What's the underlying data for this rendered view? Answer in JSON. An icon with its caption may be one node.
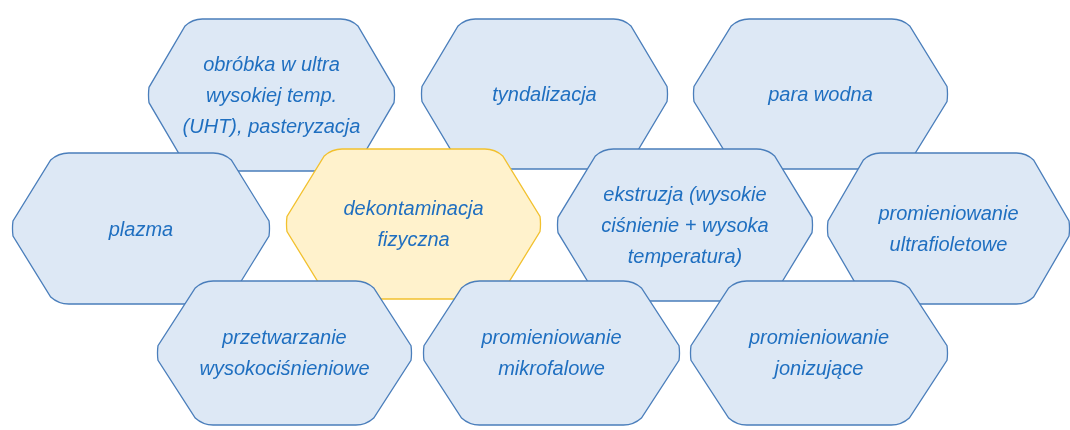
{
  "diagram": {
    "nodes": [
      {
        "text": [
          "obróbka w ultra wysokiej temp. (UHT), pasteryzacja"
        ]
      },
      {
        "text": [
          "tyndalizacja"
        ]
      },
      {
        "text": [
          "para wodna"
        ]
      },
      {
        "text": [
          "plazma"
        ]
      },
      {
        "text": [
          "dekontaminacja fizyczna"
        ]
      },
      {
        "text": [
          "ekstruzja (wysokie ciśnienie + wysoka temperatura)"
        ]
      },
      {
        "text": [
          "promieniowanie ultrafioletowe"
        ]
      },
      {
        "text": [
          "przetwarzanie wysokociśnieniowe"
        ]
      },
      {
        "text": [
          "promieniowanie mikrofalowe"
        ]
      },
      {
        "text": [
          "promieniowanie jonizujące"
        ]
      }
    ]
  }
}
